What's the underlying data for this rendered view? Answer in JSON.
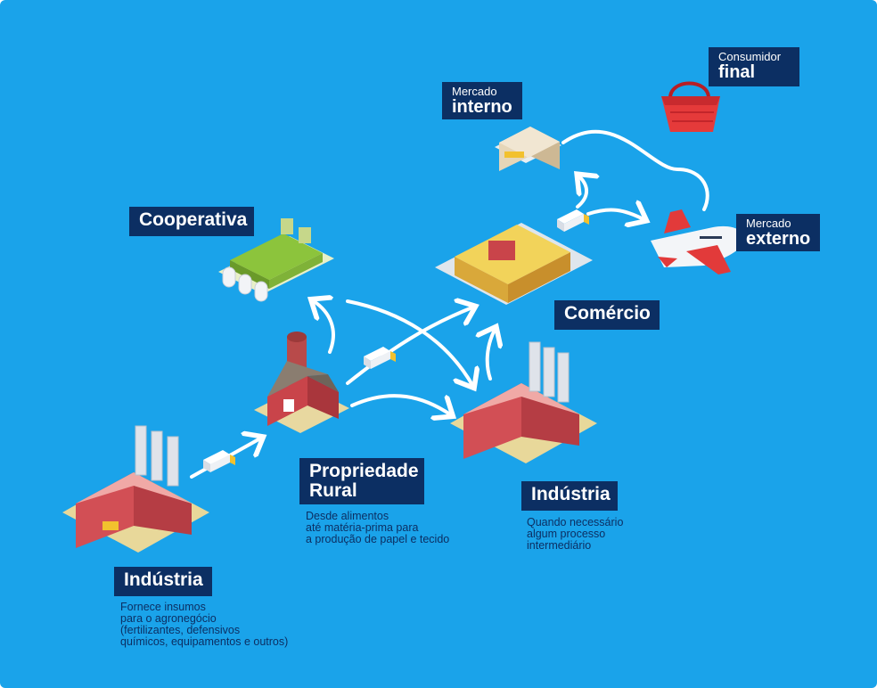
{
  "labels": {
    "cooperativa": "Cooperativa",
    "comercio": "Comércio",
    "propriedade_line1": "Propriedade",
    "propriedade_line2": "Rural",
    "industria_center": "Indústria",
    "industria_left": "Indústria",
    "mercado_interno_small": "Mercado",
    "mercado_interno_big": "interno",
    "mercado_externo_small": "Mercado",
    "mercado_externo_big": "externo",
    "consumidor_small": "Consumidor",
    "consumidor_big": "final"
  },
  "descriptions": {
    "propriedade": "Desde alimentos\naté matéria-prima para\na produção de papel e tecido",
    "industria_center": "Quando necessário\nalgum processo\nintermediário",
    "industria_left": "Fornece insumos\npara o agronegócio\n(fertilizantes, defensivos\nquímicos, equipamentos e outros)"
  },
  "colors": {
    "background": "#1aa3ea",
    "label_bg": "#0c2f63",
    "arrow": "#ffffff"
  }
}
